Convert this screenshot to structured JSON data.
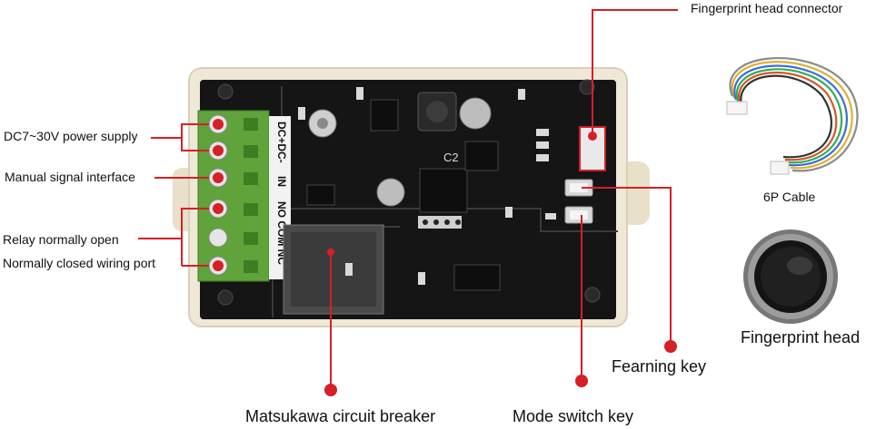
{
  "labels": {
    "power": "DC7~30V power supply",
    "manual": "Manual signal interface",
    "relay_open": "Relay normally open",
    "relay_closed": "Normally closed wiring port",
    "connector": "Fingerprint head connector",
    "cable": "6P Cable",
    "head": "Fingerprint head",
    "learning_key": "Fearning key",
    "breaker": "Matsukawa circuit breaker",
    "mode_key": "Mode switch key"
  },
  "board_text": {
    "terminal_top": "DC+DC-",
    "terminal_in": "IN",
    "terminal_bottom": "NO COM NC",
    "chip_label": "C2"
  },
  "colors": {
    "leader": "#d61f26",
    "pcb": "#151515",
    "terminal": "#5fa33a",
    "case": "#efe8d6"
  }
}
